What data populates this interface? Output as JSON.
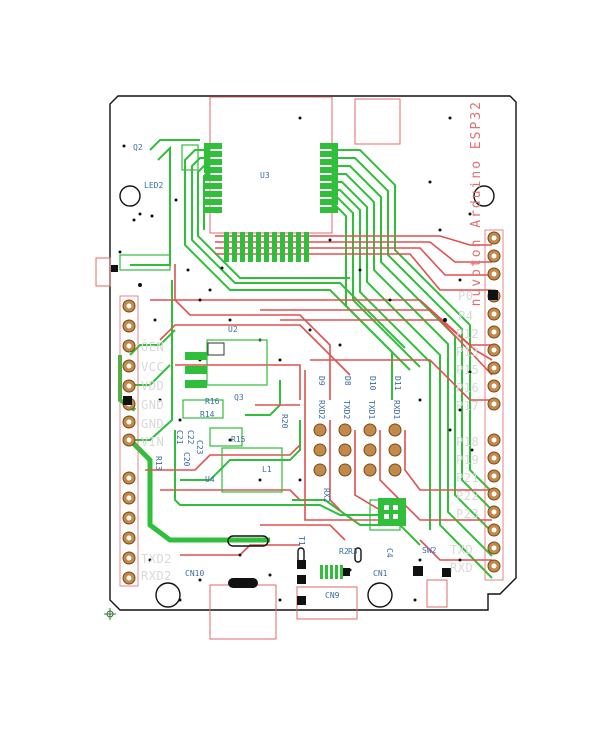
{
  "board": {
    "colors": {
      "outline": "#111111",
      "top_copper": "#e05050",
      "bottom_copper": "#2fbf3a",
      "silk": "#3a6ea5",
      "pad": "#c28a4a",
      "courtyard": "#e06a6a"
    },
    "left_header_labels": [
      "ŌEN",
      "VCC",
      "VDD",
      "GND",
      "GND",
      "VIN",
      "TXD2",
      "RXD2"
    ],
    "right_header_labels": [
      "P0",
      "P4",
      "P12",
      "P13",
      "P15",
      "P16",
      "P17",
      "P18",
      "P19",
      "P21",
      "P22",
      "P23",
      "TXD",
      "RXD"
    ],
    "right_text_mirrored": "nuvoton  Arduino  ESP32",
    "components": {
      "u3": "U3",
      "u2": "U2",
      "u4": "U4",
      "q2": "Q2",
      "q3": "Q3",
      "led2": "LED2",
      "l1": "L1",
      "cn1": "CN1",
      "cn10": "CN10",
      "cn9": "CN9",
      "sw2": "SW2",
      "rx_d2": "RXD2",
      "tx_d2": "TXD2",
      "tx_d1": "TXD1",
      "rx_d1": "RXD1",
      "r2": "R2",
      "r3": "R3",
      "r14": "R14",
      "r15": "R15",
      "r16": "R16",
      "r20": "R20",
      "c20": "C20",
      "c21": "C21",
      "c22": "C22",
      "c23": "C23",
      "c4": "C4",
      "d8": "D8",
      "d9": "D9",
      "d10": "D10",
      "d11": "D11",
      "r13": "R13",
      "rx2": "RX2",
      "t1": "T1"
    }
  }
}
